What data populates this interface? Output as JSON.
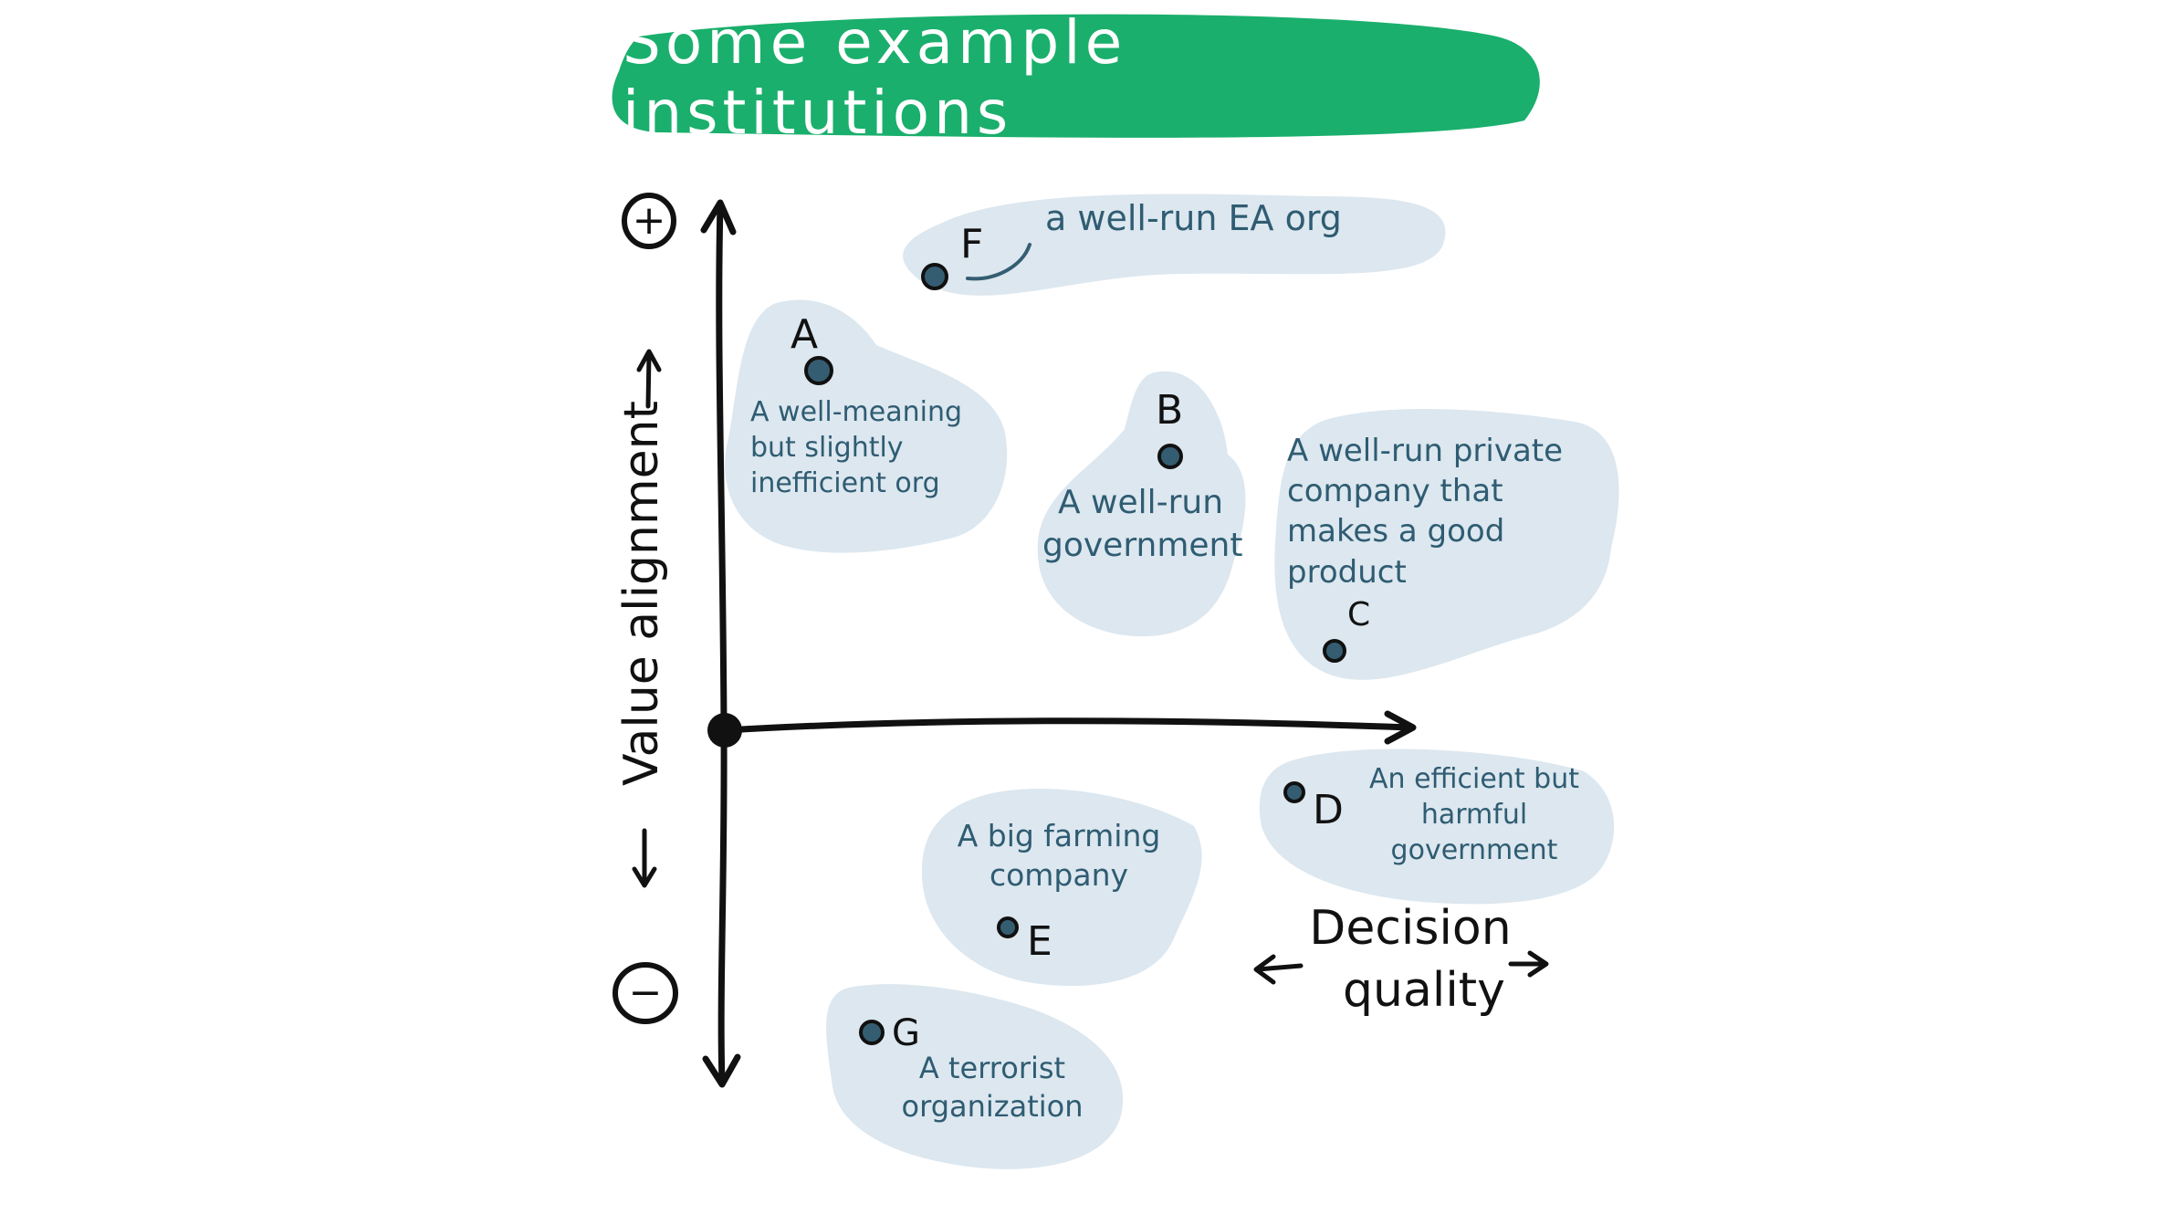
{
  "title": "Some example institutions",
  "axes": {
    "x_label_line1": "Decision",
    "x_label_line2": "quality",
    "y_label": "Value alignment",
    "top_sign": "+",
    "bottom_sign": "−"
  },
  "institutions": [
    {
      "id": "F",
      "description": "a well-run EA org"
    },
    {
      "id": "A",
      "description": "A well-meaning but slightly inefficient org"
    },
    {
      "id": "B",
      "description": "A well-run government"
    },
    {
      "id": "C",
      "description": "A well-run private company that makes a good product"
    },
    {
      "id": "D",
      "description": "An efficient but harmful government"
    },
    {
      "id": "E",
      "description": "A big farming company"
    },
    {
      "id": "G",
      "description": "A terrorist organization"
    }
  ],
  "colors": {
    "banner": "#1aaf6c",
    "blob": "#dce7ef",
    "text": "#2f5c72",
    "dot": "#355d72",
    "ink": "#111111"
  }
}
